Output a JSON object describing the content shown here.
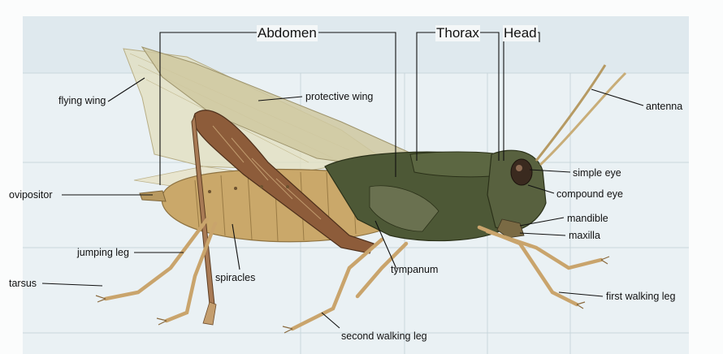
{
  "diagram": {
    "regions": {
      "abdomen": "Abdomen",
      "thorax": "Thorax",
      "head": "Head"
    },
    "parts": {
      "flying_wing": "flying wing",
      "protective_wing": "protective  wing",
      "antenna": "antenna",
      "simple_eye": "simple eye",
      "compound_eye": "compound  eye",
      "mandible": "mandible",
      "maxilla": "maxilla",
      "ovipositor": "ovipositor",
      "jumping_leg": "jumping leg",
      "tarsus": "tarsus",
      "spiracles": "spiracles",
      "tympanum": "tympanum",
      "first_walking_leg": "first walking leg",
      "second_walking_leg": "second walking leg"
    }
  },
  "colors": {
    "background_table": "#e6eef2",
    "wing": "#d9d2a8",
    "body_green": "#4f5a37",
    "abdomen": "#c9a86a",
    "legs": "#d3b27a",
    "leader_lines": "#111111"
  }
}
